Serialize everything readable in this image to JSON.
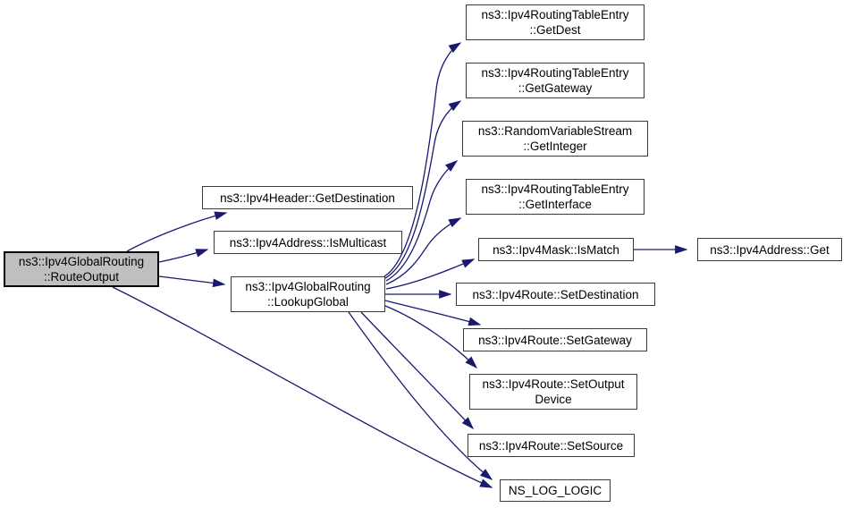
{
  "diagram": {
    "type": "doxygen-call-graph",
    "colors": {
      "edge": "#191970",
      "node_border": "#3a3a3a",
      "node_fill": "#ffffff",
      "highlight_fill": "#bfbfbf",
      "highlight_border": "#000000",
      "text": "#000000",
      "background": "#ffffff"
    },
    "nodes": [
      {
        "id": "route-output",
        "label": "ns3::Ipv4GlobalRouting\n::RouteOutput",
        "highlighted": true
      },
      {
        "id": "ipv4header-get-destination",
        "label": "ns3::Ipv4Header::GetDestination",
        "highlighted": false
      },
      {
        "id": "ipv4address-is-multicast",
        "label": "ns3::Ipv4Address::IsMulticast",
        "highlighted": false
      },
      {
        "id": "lookup-global",
        "label": "ns3::Ipv4GlobalRouting\n::LookupGlobal",
        "highlighted": false
      },
      {
        "id": "get-dest",
        "label": "ns3::Ipv4RoutingTableEntry\n::GetDest",
        "highlighted": false
      },
      {
        "id": "get-gateway",
        "label": "ns3::Ipv4RoutingTableEntry\n::GetGateway",
        "highlighted": false
      },
      {
        "id": "get-integer",
        "label": "ns3::RandomVariableStream\n::GetInteger",
        "highlighted": false
      },
      {
        "id": "get-interface",
        "label": "ns3::Ipv4RoutingTableEntry\n::GetInterface",
        "highlighted": false
      },
      {
        "id": "is-match",
        "label": "ns3::Ipv4Mask::IsMatch",
        "highlighted": false
      },
      {
        "id": "ipv4address-get",
        "label": "ns3::Ipv4Address::Get",
        "highlighted": false
      },
      {
        "id": "set-destination",
        "label": "ns3::Ipv4Route::SetDestination",
        "highlighted": false
      },
      {
        "id": "set-gateway",
        "label": "ns3::Ipv4Route::SetGateway",
        "highlighted": false
      },
      {
        "id": "set-output-device",
        "label": "ns3::Ipv4Route::SetOutput\nDevice",
        "highlighted": false
      },
      {
        "id": "set-source",
        "label": "ns3::Ipv4Route::SetSource",
        "highlighted": false
      },
      {
        "id": "ns-log-logic",
        "label": "NS_LOG_LOGIC",
        "highlighted": false
      }
    ],
    "edges": [
      {
        "from": "route-output",
        "to": "ipv4header-get-destination"
      },
      {
        "from": "route-output",
        "to": "ipv4address-is-multicast"
      },
      {
        "from": "route-output",
        "to": "lookup-global"
      },
      {
        "from": "route-output",
        "to": "ns-log-logic"
      },
      {
        "from": "lookup-global",
        "to": "get-dest"
      },
      {
        "from": "lookup-global",
        "to": "get-gateway"
      },
      {
        "from": "lookup-global",
        "to": "get-integer"
      },
      {
        "from": "lookup-global",
        "to": "get-interface"
      },
      {
        "from": "lookup-global",
        "to": "is-match"
      },
      {
        "from": "lookup-global",
        "to": "set-destination"
      },
      {
        "from": "lookup-global",
        "to": "set-gateway"
      },
      {
        "from": "lookup-global",
        "to": "set-output-device"
      },
      {
        "from": "lookup-global",
        "to": "set-source"
      },
      {
        "from": "lookup-global",
        "to": "ns-log-logic"
      },
      {
        "from": "is-match",
        "to": "ipv4address-get"
      }
    ]
  }
}
